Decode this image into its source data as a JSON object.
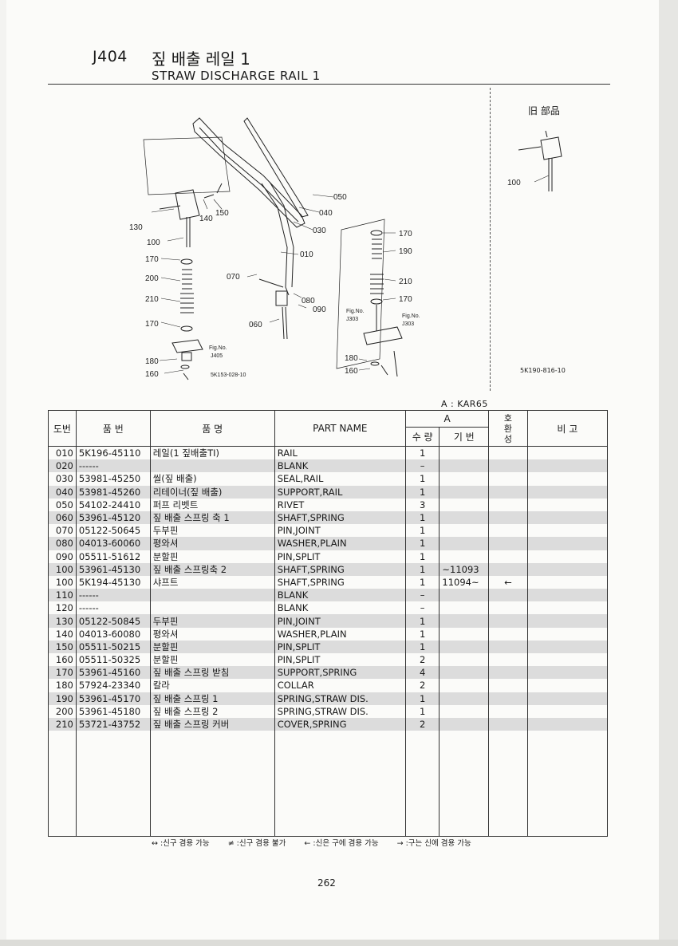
{
  "header": {
    "code": "J404",
    "title_kor": "짚 배출 레일 1",
    "title_eng": "STRAW DISCHARGE RAIL 1"
  },
  "diagram": {
    "callouts": {
      "c050": "050",
      "c040": "040",
      "c030": "030",
      "c010": "010",
      "c070": "070",
      "c080": "080",
      "c090": "090",
      "c060": "060",
      "c130": "130",
      "c140": "140",
      "c150": "150",
      "c100": "100",
      "c170a": "170",
      "c200": "200",
      "c210a": "210",
      "c170b": "170",
      "c180a": "180",
      "c160a": "160",
      "c170c": "170",
      "c190": "190",
      "c210b": "210",
      "c170d": "170",
      "c180b": "180",
      "c160b": "160"
    },
    "fig_j405": "Fig.No.",
    "fig_j405_code": "J405",
    "fig_j303a": "Fig.No.",
    "fig_j303a_code": "J303",
    "fig_j303b": "Fig.No.",
    "fig_j303b_code": "J303",
    "drawing_code_left": "5K153-028-10",
    "old_parts_label": "旧 部品",
    "old_parts_callout": "100",
    "drawing_code_right": "5K190-816-10"
  },
  "model_label": "A : KAR65",
  "table": {
    "headers": {
      "no": "도번",
      "part_no": "품   번",
      "name_kor": "품     명",
      "part_name": "PART NAME",
      "group_a": "A",
      "qty": "수 량",
      "serial": "기 번",
      "exchange": "호\n환\n성",
      "note": "비   고"
    },
    "rows": [
      {
        "no": "010",
        "pn": "5K196-45110",
        "kr": "레일(1 짚배출TI)",
        "en": "RAIL",
        "qty": "1",
        "ser": "",
        "ex": "",
        "shade": false
      },
      {
        "no": "020",
        "pn": "------",
        "kr": "",
        "en": "BLANK",
        "qty": "–",
        "ser": "",
        "ex": "",
        "shade": true
      },
      {
        "no": "030",
        "pn": "53981-45250",
        "kr": "씰(짚 배출)",
        "en": "SEAL,RAIL",
        "qty": "1",
        "ser": "",
        "ex": "",
        "shade": false
      },
      {
        "no": "040",
        "pn": "53981-45260",
        "kr": "리테이너(짚 배출)",
        "en": "SUPPORT,RAIL",
        "qty": "1",
        "ser": "",
        "ex": "",
        "shade": true
      },
      {
        "no": "050",
        "pn": "54102-24410",
        "kr": "퍼프 리벳트",
        "en": "RIVET",
        "qty": "3",
        "ser": "",
        "ex": "",
        "shade": false
      },
      {
        "no": "060",
        "pn": "53961-45120",
        "kr": "짚 배출 스프링 축 1",
        "en": "SHAFT,SPRING",
        "qty": "1",
        "ser": "",
        "ex": "",
        "shade": true
      },
      {
        "no": "070",
        "pn": "05122-50645",
        "kr": "두부핀",
        "en": "PIN,JOINT",
        "qty": "1",
        "ser": "",
        "ex": "",
        "shade": false
      },
      {
        "no": "080",
        "pn": "04013-60060",
        "kr": "평와셔",
        "en": "WASHER,PLAIN",
        "qty": "1",
        "ser": "",
        "ex": "",
        "shade": true
      },
      {
        "no": "090",
        "pn": "05511-51612",
        "kr": "분할핀",
        "en": "PIN,SPLIT",
        "qty": "1",
        "ser": "",
        "ex": "",
        "shade": false
      },
      {
        "no": "100",
        "pn": "53961-45130",
        "kr": "짚 배출 스프링축 2",
        "en": "SHAFT,SPRING",
        "qty": "1",
        "ser": "~11093",
        "ex": "",
        "shade": true
      },
      {
        "no": "100",
        "pn": "5K194-45130",
        "kr": "샤프트",
        "en": "SHAFT,SPRING",
        "qty": "1",
        "ser": "11094~",
        "ex": "←",
        "shade": false
      },
      {
        "no": "110",
        "pn": "------",
        "kr": "",
        "en": "BLANK",
        "qty": "–",
        "ser": "",
        "ex": "",
        "shade": true
      },
      {
        "no": "120",
        "pn": "------",
        "kr": "",
        "en": "BLANK",
        "qty": "–",
        "ser": "",
        "ex": "",
        "shade": false
      },
      {
        "no": "130",
        "pn": "05122-50845",
        "kr": "두부핀",
        "en": "PIN,JOINT",
        "qty": "1",
        "ser": "",
        "ex": "",
        "shade": true
      },
      {
        "no": "140",
        "pn": "04013-60080",
        "kr": "평와셔",
        "en": "WASHER,PLAIN",
        "qty": "1",
        "ser": "",
        "ex": "",
        "shade": false
      },
      {
        "no": "150",
        "pn": "05511-50215",
        "kr": "분할핀",
        "en": "PIN,SPLIT",
        "qty": "1",
        "ser": "",
        "ex": "",
        "shade": true
      },
      {
        "no": "160",
        "pn": "05511-50325",
        "kr": "분할핀",
        "en": "PIN,SPLIT",
        "qty": "2",
        "ser": "",
        "ex": "",
        "shade": false
      },
      {
        "no": "170",
        "pn": "53961-45160",
        "kr": "짚 배출 스프링 받침",
        "en": "SUPPORT,SPRING",
        "qty": "4",
        "ser": "",
        "ex": "",
        "shade": true
      },
      {
        "no": "180",
        "pn": "57924-23340",
        "kr": "칼라",
        "en": "COLLAR",
        "qty": "2",
        "ser": "",
        "ex": "",
        "shade": false
      },
      {
        "no": "190",
        "pn": "53961-45170",
        "kr": "짚 배출 스프링 1",
        "en": "SPRING,STRAW DIS.",
        "qty": "1",
        "ser": "",
        "ex": "",
        "shade": true
      },
      {
        "no": "200",
        "pn": "53961-45180",
        "kr": "짚 배출 스프링 2",
        "en": "SPRING,STRAW DIS.",
        "qty": "1",
        "ser": "",
        "ex": "",
        "shade": false
      },
      {
        "no": "210",
        "pn": "53721-43752",
        "kr": "짚 배출 스프링 커버",
        "en": "COVER,SPRING",
        "qty": "2",
        "ser": "",
        "ex": "",
        "shade": true
      }
    ]
  },
  "legend": [
    "↔ :신구 겸용 가능",
    "≠ :신구 겸용 불가",
    "← :신은 구에 겸용 가능",
    "→ :구는 신에 겸용 가능"
  ],
  "page_number": "262"
}
